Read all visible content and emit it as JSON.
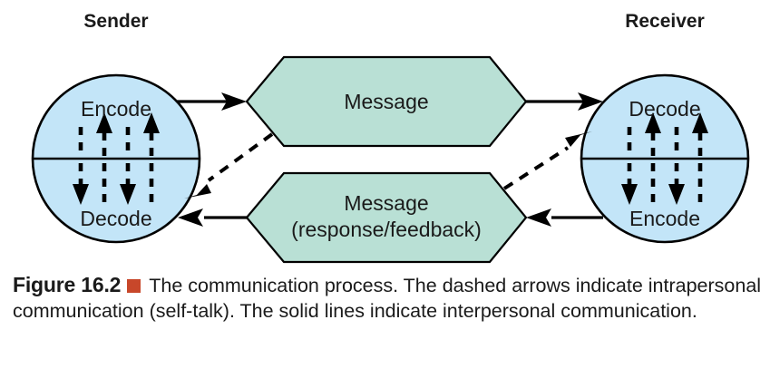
{
  "figure": {
    "roles": {
      "left": "Sender",
      "right": "Receiver"
    },
    "sender_node": {
      "top_label": "Encode",
      "bottom_label": "Decode"
    },
    "receiver_node": {
      "top_label": "Decode",
      "bottom_label": "Encode"
    },
    "message_top": {
      "line1": "Message"
    },
    "message_bottom": {
      "line1": "Message",
      "line2": "(response/feedback)"
    },
    "caption": {
      "figure_number": "Figure 16.2",
      "text": "The communication process. The dashed arrows indicate intrapersonal communication (self-talk). The solid lines indicate interpersonal communication."
    },
    "colors": {
      "circle_fill": "#c3e5f8",
      "hexagon_fill": "#b9e0d5",
      "stroke": "#000000",
      "caption_marker": "#c8472a"
    }
  }
}
